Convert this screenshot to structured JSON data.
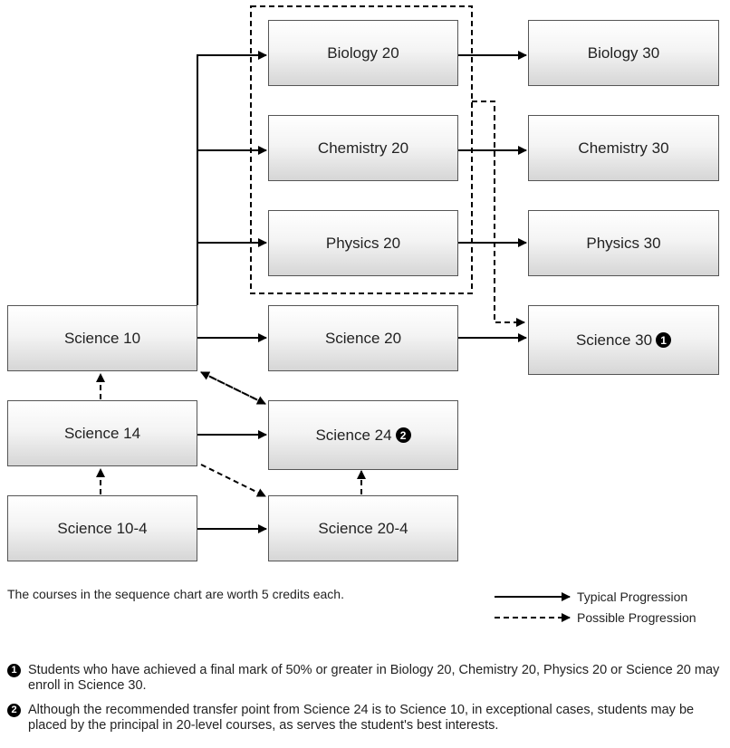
{
  "courses": {
    "biology20": "Biology 20",
    "biology30": "Biology 30",
    "chemistry20": "Chemistry 20",
    "chemistry30": "Chemistry 30",
    "physics20": "Physics 20",
    "physics30": "Physics 30",
    "science10": "Science 10",
    "science20": "Science 20",
    "science30": "Science 30",
    "science14": "Science 14",
    "science24": "Science 24",
    "science10_4": "Science 10-4",
    "science20_4": "Science 20-4"
  },
  "badges": {
    "one": "1",
    "two": "2"
  },
  "credits_note": "The courses in the sequence chart are worth 5 credits each.",
  "legend": {
    "typical": "Typical Progression",
    "possible": "Possible Progression"
  },
  "footnotes": [
    {
      "marker": "1",
      "text": "Students who have achieved a final mark of 50% or greater in Biology 20, Chemistry 20, Physics 20 or Science 20 may enroll in Science 30."
    },
    {
      "marker": "2",
      "text": "Although the recommended transfer point from Science 24 is to Science 10, in exceptional cases, students may be placed by the principal in 20-level courses, as serves the student's best interests."
    }
  ]
}
